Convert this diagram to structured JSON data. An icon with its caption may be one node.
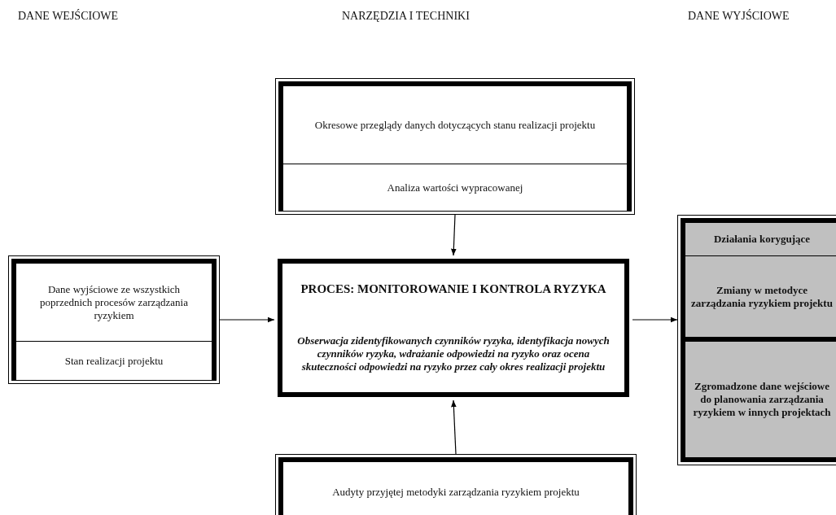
{
  "diagram": {
    "nodes": [
      {
        "text": [
          "Okresowe przeglądy danych dotyczących stanu realizacji projektu",
          "Analiza wartości wypracowanej"
        ]
      },
      {
        "text": [
          "Dane wyjściowe ze wszystkich poprzednich procesów zarządzania ryzykiem",
          "Stan realizacji projektu"
        ]
      },
      {
        "text": [
          "PROCES: MONITOROWANIE I KONTROLA RYZYKA",
          "Obserwacja zidentyfikowanych czynników  ryzyka, identyfikacja nowych czynników ryzyka, wdrażanie odpowiedzi na ryzyko oraz ocena skuteczności odpowiedzi na ryzyko przez cały okres realizacji projektu"
        ]
      },
      {
        "text": [
          "Działania korygujące",
          "Zmiany w metodyce zarządzania ryzykiem projektu",
          "Zgromadzone dane wejściowe do planowania zarządzania ryzykiem w innych projektach"
        ]
      },
      {
        "text": [
          "Audyty przyjętej metodyki zarządzania ryzykiem projektu"
        ]
      }
    ],
    "edges": [
      {
        "from": 0,
        "to": 2,
        "arrow": "to"
      },
      {
        "from": 1,
        "to": 2,
        "arrow": "to"
      },
      {
        "from": 2,
        "to": 3,
        "arrow": "to"
      },
      {
        "from": 4,
        "to": 2,
        "arrow": "to"
      }
    ],
    "labels": [
      "DANE WEJŚCIOWE",
      "NARZĘDZIA I TECHNIKI",
      "DANE WYJŚCIOWE"
    ]
  }
}
